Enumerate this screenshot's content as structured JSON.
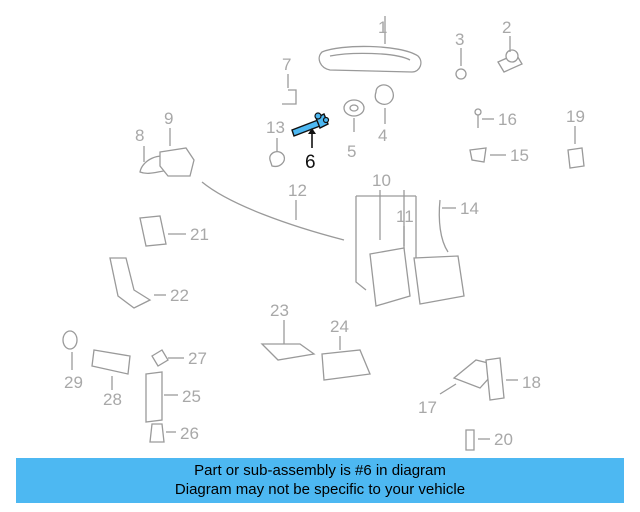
{
  "diagram": {
    "highlight_color": "#4db8f2",
    "callouts": [
      "1",
      "2",
      "3",
      "4",
      "5",
      "6",
      "7",
      "8",
      "9",
      "10",
      "11",
      "12",
      "13",
      "14",
      "15",
      "16",
      "17",
      "18",
      "19",
      "20",
      "21",
      "22",
      "23",
      "24",
      "25",
      "26",
      "27",
      "28",
      "29"
    ]
  },
  "caption": {
    "line1": "Part or sub-assembly is #6 in diagram",
    "line2": "Diagram may not be specific to your vehicle"
  }
}
